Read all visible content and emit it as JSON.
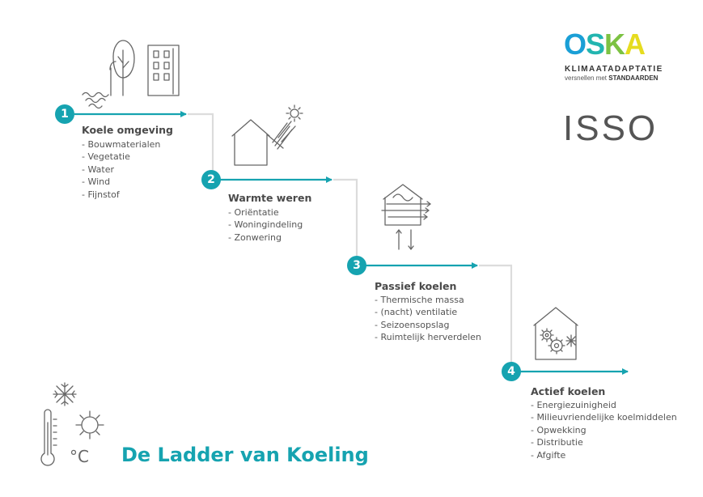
{
  "title": "De Ladder van Koeling",
  "logos": {
    "oska": {
      "letters": [
        "O",
        "S",
        "K",
        "A"
      ],
      "letter_colors": [
        "#1a9fd6",
        "#22b5b0",
        "#7cc242",
        "#e6dc1f"
      ],
      "line1": "KLIMAATADAPTATIE",
      "line2_prefix": "versnellen met",
      "line2_emphasis": "STANDAARDEN"
    },
    "isso": {
      "text": "ISSO"
    }
  },
  "colors": {
    "accent": "#16a3b0",
    "connector": "#dcdcdc",
    "text": "#4a4a4a",
    "sketch": "#666666"
  },
  "steps": [
    {
      "number": "1",
      "title": "Koele omgeving",
      "items": [
        "Bouwmaterialen",
        "Vegetatie",
        "Water",
        "Wind",
        "Fijnstof"
      ],
      "icon": "trees-building-water-icon"
    },
    {
      "number": "2",
      "title": "Warmte weren",
      "items": [
        "Oriëntatie",
        "Woningindeling",
        "Zonwering"
      ],
      "icon": "house-sun-shield-icon"
    },
    {
      "number": "3",
      "title": "Passief koelen",
      "items": [
        "Thermische massa",
        "(nacht) ventilatie",
        "Seizoensopslag",
        "Ruimtelijk herverdelen"
      ],
      "icon": "house-ventilation-icon"
    },
    {
      "number": "4",
      "title": "Actief koelen",
      "items": [
        "Energiezuinigheid",
        "Milieuvriendelijke koelmiddelen",
        "Opwekking",
        "Distributie",
        "Afgifte"
      ],
      "icon": "house-gears-snowflake-icon"
    }
  ],
  "climate_icons": {
    "unit": "°C",
    "icons": [
      "snowflake-icon",
      "thermometer-icon",
      "sun-icon"
    ]
  }
}
